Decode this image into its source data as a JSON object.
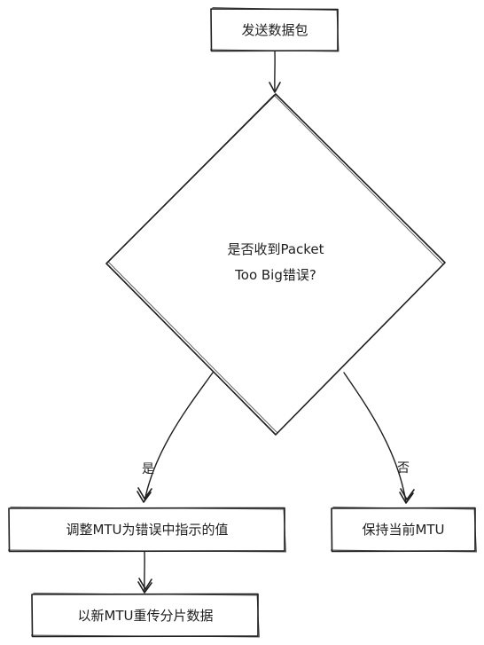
{
  "nodes": {
    "send": {
      "label": "发送数据包"
    },
    "decision": {
      "line1": "是否收到Packet",
      "line2": "Too Big错误?"
    },
    "adjust": {
      "label": "调整MTU为错误中指示的值"
    },
    "keep": {
      "label": "保持当前MTU"
    },
    "resend": {
      "label": "以新MTU重传分片数据"
    }
  },
  "edges": {
    "yes": {
      "label": "是"
    },
    "no": {
      "label": "否"
    }
  },
  "colors": {
    "stroke": "#1e1e1e",
    "fill": "#ffffff",
    "background": "#ffffff"
  }
}
